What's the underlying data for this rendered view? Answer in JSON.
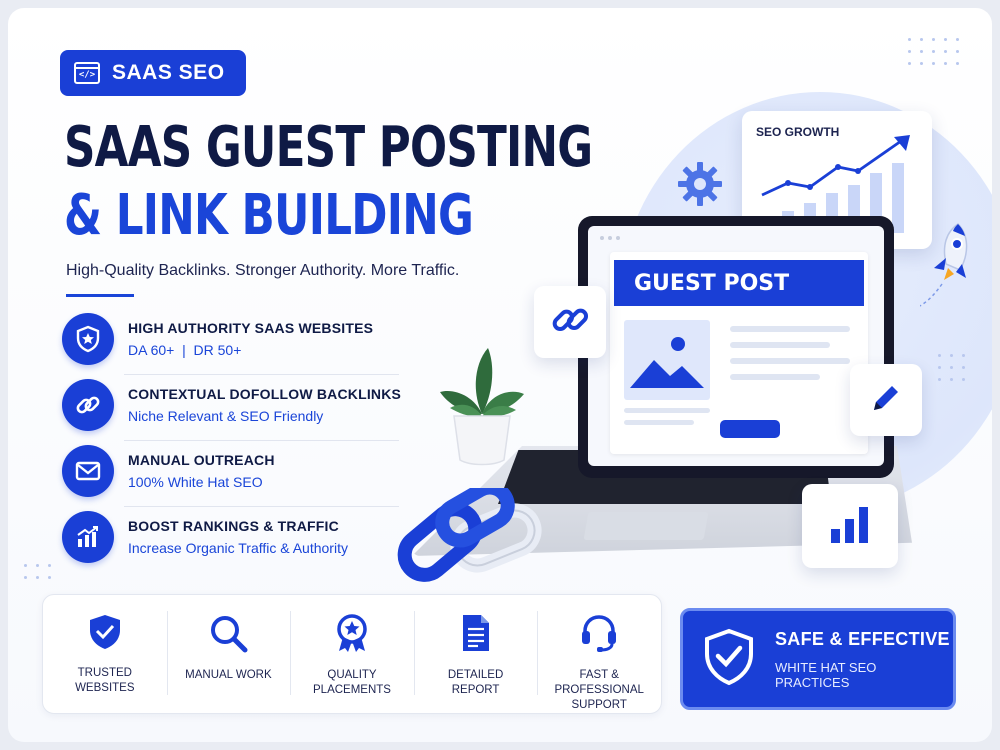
{
  "badge": {
    "label": "SAAS SEO",
    "icon": "code-window-icon"
  },
  "headline": {
    "line1": "SAAS GUEST POSTING",
    "line2": "& LINK BUILDING"
  },
  "subtitle": "High-Quality Backlinks. Stronger Authority. More Traffic.",
  "features": [
    {
      "title": "HIGH AUTHORITY SAAS WEBSITES",
      "detail": "DA 60+  |  DR 50+",
      "icon": "shield-star-icon"
    },
    {
      "title": "CONTEXTUAL DOFOLLOW BACKLINKS",
      "detail": "Niche Relevant & SEO Friendly",
      "icon": "link-icon"
    },
    {
      "title": "MANUAL OUTREACH",
      "detail": "100% White Hat SEO",
      "icon": "envelope-icon"
    },
    {
      "title": "BOOST RANKINGS & TRAFFIC",
      "detail": "Increase Organic Traffic & Authority",
      "icon": "growth-chart-icon"
    }
  ],
  "bottom_items": [
    {
      "label": "TRUSTED WEBSITES",
      "icon": "shield-check-icon"
    },
    {
      "label": "MANUAL WORK",
      "icon": "magnifier-icon"
    },
    {
      "label": "QUALITY PLACEMENTS",
      "icon": "award-badge-icon"
    },
    {
      "label": "DETAILED REPORT",
      "icon": "document-icon"
    },
    {
      "label": "FAST & PROFESSIONAL SUPPORT",
      "icon": "headset-icon"
    }
  ],
  "safe_box": {
    "title": "SAFE & EFFECTIVE",
    "subtitle": "WHITE HAT SEO PRACTICES",
    "icon": "shield-check-icon"
  },
  "illustration": {
    "screen_heading": "GUEST POST",
    "growth_card_title": "SEO GROWTH"
  },
  "colors": {
    "brand_blue": "#1a3fd6",
    "dark_navy": "#0f1a45",
    "accent_light": "#dde6fb"
  }
}
